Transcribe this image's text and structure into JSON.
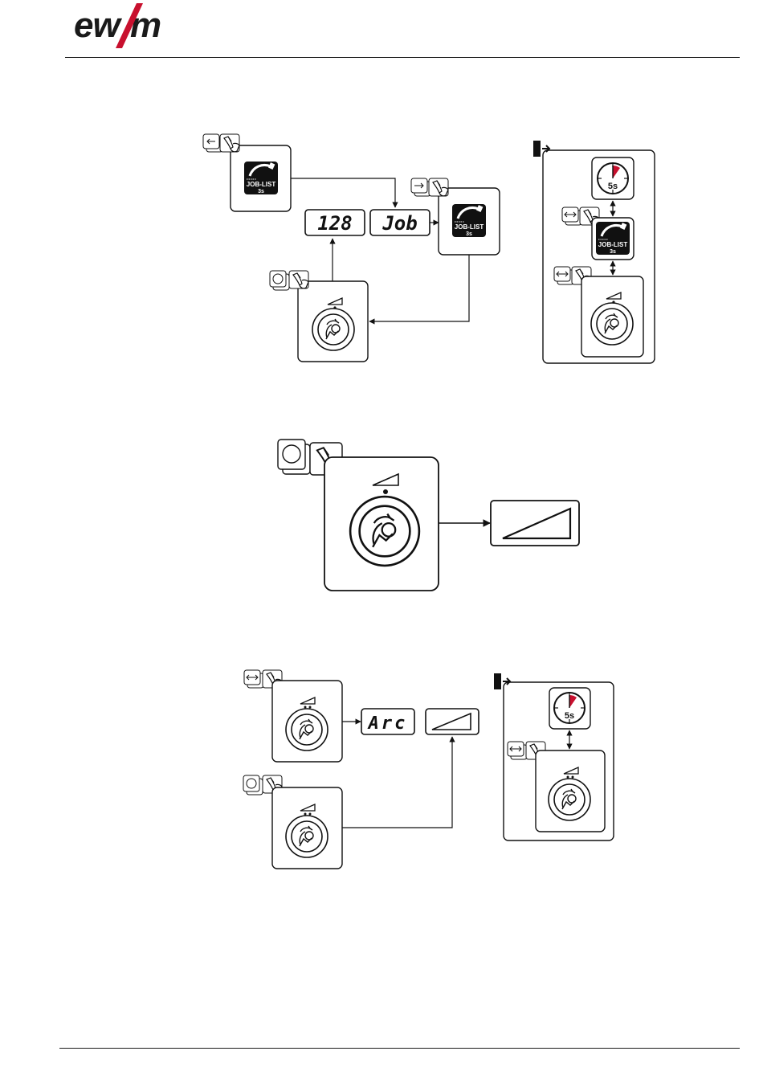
{
  "brand": {
    "logo_text": "ewm",
    "accent_color": "#c8102e"
  },
  "figure1": {
    "display_left": "128",
    "display_right": "Job",
    "job_list_line1": "JOB-LIST",
    "job_list_line2": "3s",
    "timer_label": "5s"
  },
  "figure2": {},
  "figure3": {
    "display_value": "Arc",
    "timer_label": "5s"
  },
  "icons": [
    "push-left-icon",
    "push-right-icon",
    "push-both-icon",
    "rotate-icon",
    "control-knob-icon",
    "torch-icon",
    "timer-icon",
    "exit-door-icon",
    "ramp-icon"
  ]
}
